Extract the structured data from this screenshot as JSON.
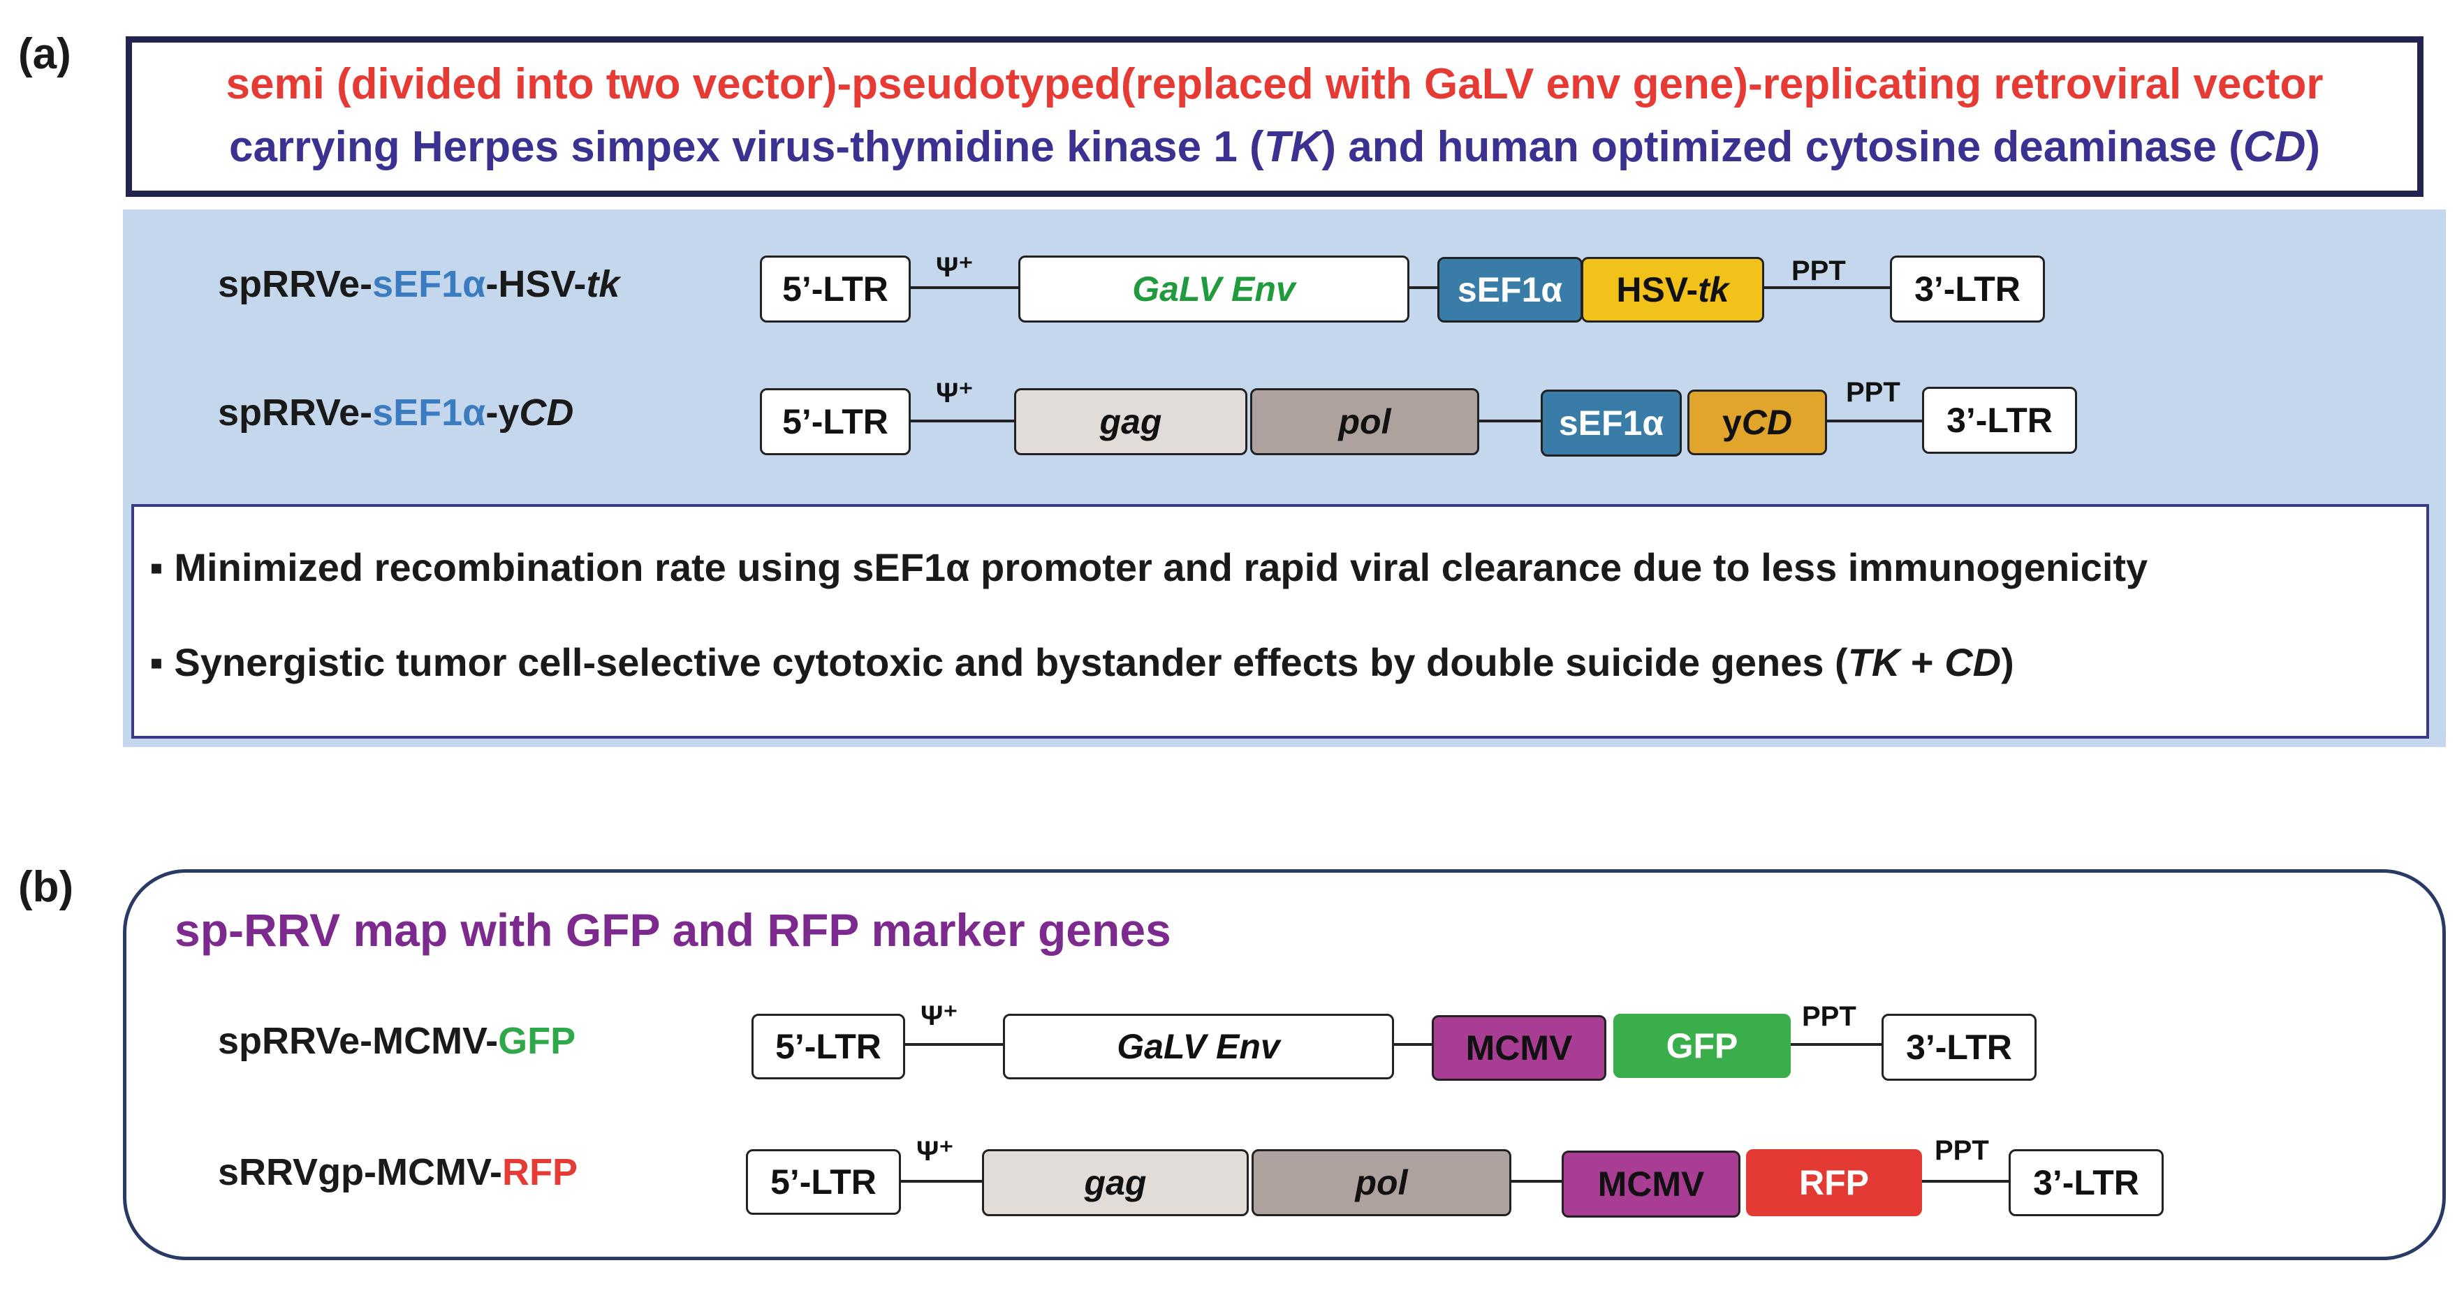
{
  "panel_a": {
    "label": "(a)",
    "title_line1": "semi (divided into two vector)-pseudotyped(replaced with GaLV env gene)-replicating retroviral vector",
    "title_line2_pre": "carrying Herpes simpex virus-thymidine kinase 1 (",
    "title_line2_tk": "TK",
    "title_line2_mid": ") and human optimized cytosine deaminase (",
    "title_line2_cd": "CD",
    "title_line2_post": ")",
    "vector1": {
      "name_pre": "spRRVe-",
      "name_promoter": "sEF1α",
      "name_mid": "-HSV-",
      "name_gene": "tk",
      "ltr5": "5’-LTR",
      "psi": "Ψ⁺",
      "env": "GaLV Env",
      "promoter": "sEF1α",
      "gene_pre": "HSV-",
      "gene_it": "tk",
      "ppt": "PPT",
      "ltr3": "3’-LTR"
    },
    "vector2": {
      "name_pre": "spRRVe-",
      "name_promoter": "sEF1α",
      "name_mid": "-y",
      "name_gene": "CD",
      "ltr5": "5’-LTR",
      "psi": "Ψ⁺",
      "gag": "gag",
      "pol": "pol",
      "promoter": "sEF1α",
      "gene_pre": "y",
      "gene_it": "CD",
      "ppt": "PPT",
      "ltr3": "3’-LTR"
    },
    "bullets": [
      "▪ Minimized recombination rate using sEF1α promoter and rapid viral clearance due to less immunogenicity",
      "▪ Synergistic tumor cell-selective cytotoxic and bystander effects by double suicide genes ("
    ],
    "bullet2_tk": "TK",
    "bullet2_plus": " + ",
    "bullet2_cd": "CD",
    "bullet2_end": ")"
  },
  "panel_b": {
    "label": "(b)",
    "title": "sp-RRV map with GFP and RFP marker genes",
    "vector1": {
      "name_pre": "spRRVe-MCMV-",
      "name_marker": "GFP",
      "ltr5": "5’-LTR",
      "psi": "Ψ⁺",
      "env": "GaLV Env",
      "promoter": "MCMV",
      "marker": "GFP",
      "ppt": "PPT",
      "ltr3": "3’-LTR"
    },
    "vector2": {
      "name_pre": "sRRVgp-MCMV-",
      "name_marker": "RFP",
      "ltr5": "5’-LTR",
      "psi": "Ψ⁺",
      "gag": "gag",
      "pol": "pol",
      "promoter": "MCMV",
      "marker": "RFP",
      "ppt": "PPT",
      "ltr3": "3’-LTR"
    }
  },
  "colors": {
    "title_red": "#e63a35",
    "title_blue": "#3a3190",
    "promoter_blue": "#3b7bbf",
    "sef1a_box": "#3a7ca8",
    "tk_box": "#f2c21b",
    "cd_box": "#e0a52a",
    "gag_box": "#e2dcd8",
    "pol_box": "#aea29e",
    "mcmv_box": "#a93c93",
    "gfp_box": "#3aae4a",
    "rfp_box": "#e33b34",
    "panel_b_title": "#7d2a8e"
  }
}
